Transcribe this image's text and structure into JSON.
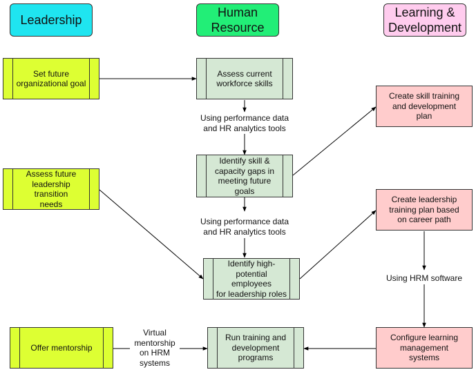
{
  "headers": {
    "leadership": "Leadership",
    "human_resource": "Human\nResource",
    "learning": "Learning &\nDevelopment"
  },
  "nodes": {
    "set_goal": "Set future\norganizational goal",
    "assess_transition": "Assess future\nleadership transition\nneeds",
    "offer_mentorship": "Offer mentorship",
    "assess_skills": "Assess current\nworkforce skills",
    "identify_gaps": "Identify skill &\ncapacity gaps in\nmeeting future goals",
    "identify_hipo": "Identify high-\npotential employees\nfor leadership roles",
    "run_training": "Run training and\ndevelopment\nprograms",
    "skill_plan": "Create skill training\nand development\nplan",
    "leadership_plan": "Create leadership\ntraining plan based\non career path",
    "configure_lms": "Configure learning\nmanagement\nsystems"
  },
  "edge_labels": {
    "perf1": "Using performance data\nand HR analytics tools",
    "perf2": "Using performance data\nand HR analytics tools",
    "hrm": "Using HRM software",
    "virtual": "Virtual\nmentorship\non HRM\nsystems"
  },
  "colors": {
    "leadership_header": "#1fe5f0",
    "hr_header": "#22ee77",
    "learning_header": "#ffccee",
    "leadership_node": "#ddff33",
    "hr_node": "#d5e8d4",
    "learning_node": "#ffcccc"
  }
}
